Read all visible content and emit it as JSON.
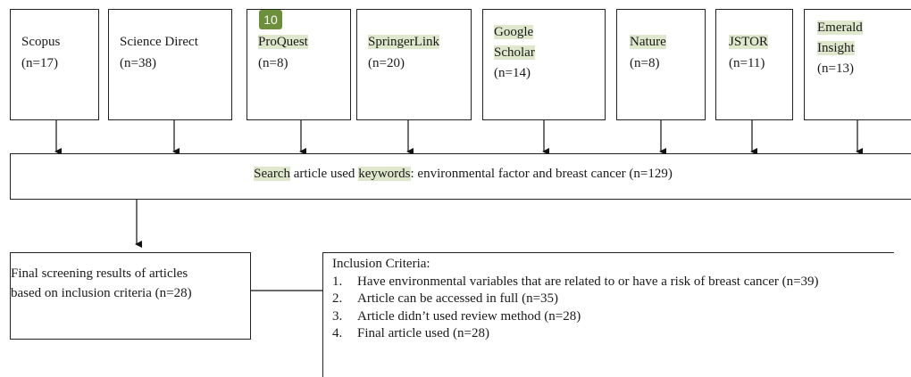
{
  "sources": [
    {
      "name": "Scopus",
      "count": "(n=17)"
    },
    {
      "name": "Science Direct",
      "count": "(n=38)"
    },
    {
      "name": "ProQuest",
      "count": "(n=8)"
    },
    {
      "name": "SpringerLink",
      "count": "(n=20)"
    },
    {
      "name": "Google Scholar",
      "count": "(n=14)"
    },
    {
      "name": "Nature",
      "count": "(n=8)"
    },
    {
      "name": "JSTOR",
      "count": "(n=11)"
    },
    {
      "name": "Emerald Insight",
      "count": "(n=13)"
    }
  ],
  "badge": "10",
  "search": {
    "word1": "Search",
    "mid1": " article used ",
    "word2": "keywords",
    "rest": ": environmental factor and breast cancer (n=129)"
  },
  "final": {
    "line1": "Final screening results of articles",
    "line2": "based on inclusion criteria (n=28)"
  },
  "inclusion": {
    "title": "Inclusion Criteria:",
    "items": [
      {
        "num": "1.",
        "text": "Have environmental variables that are related to or have a risk of breast cancer (n=39)"
      },
      {
        "num": "2.",
        "text": "Article can be accessed in full (n=35)"
      },
      {
        "num": "3.",
        "text": "Article didn’t used review method (n=28)"
      },
      {
        "num": "4.",
        "text": "Final article used (n=28)"
      }
    ]
  }
}
